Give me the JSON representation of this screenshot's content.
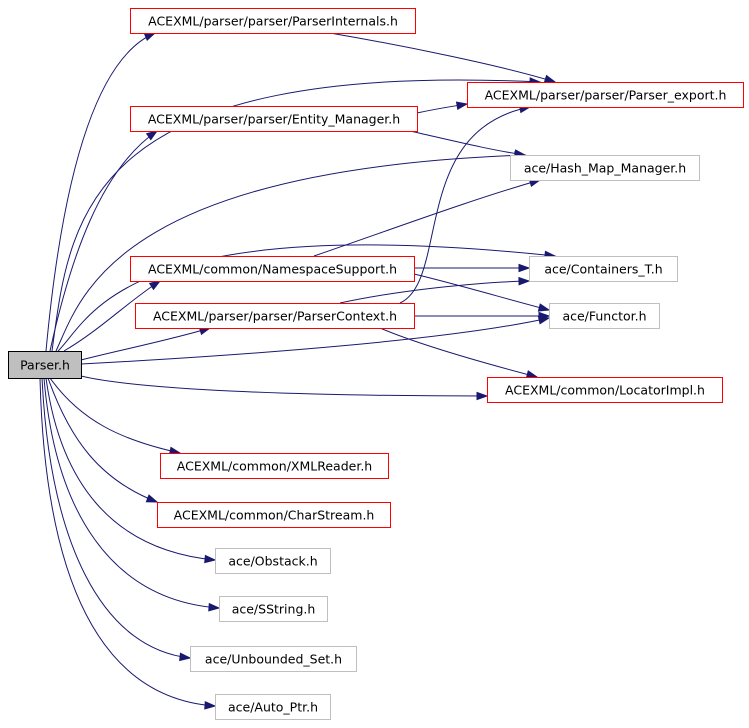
{
  "colors": {
    "edge": "#191970",
    "linked_border": "#ff0000",
    "plain_border": "#bfbfbf",
    "root_fill": "#bfbfbf"
  },
  "nodes": [
    {
      "id": "parser_h",
      "label": "Parser.h",
      "kind": "root"
    },
    {
      "id": "parser_internals",
      "label": "ACEXML/parser/parser/ParserInternals.h",
      "kind": "linked"
    },
    {
      "id": "parser_export",
      "label": "ACEXML/parser/parser/Parser_export.h",
      "kind": "linked"
    },
    {
      "id": "entity_manager",
      "label": "ACEXML/parser/parser/Entity_Manager.h",
      "kind": "linked"
    },
    {
      "id": "hash_map_manager",
      "label": "ace/Hash_Map_Manager.h",
      "kind": "plain"
    },
    {
      "id": "namespace_support",
      "label": "ACEXML/common/NamespaceSupport.h",
      "kind": "linked"
    },
    {
      "id": "containers_t",
      "label": "ace/Containers_T.h",
      "kind": "plain"
    },
    {
      "id": "parser_context",
      "label": "ACEXML/parser/parser/ParserContext.h",
      "kind": "linked"
    },
    {
      "id": "functor",
      "label": "ace/Functor.h",
      "kind": "plain"
    },
    {
      "id": "locator_impl",
      "label": "ACEXML/common/LocatorImpl.h",
      "kind": "linked"
    },
    {
      "id": "xml_reader",
      "label": "ACEXML/common/XMLReader.h",
      "kind": "linked"
    },
    {
      "id": "char_stream",
      "label": "ACEXML/common/CharStream.h",
      "kind": "linked"
    },
    {
      "id": "obstack",
      "label": "ace/Obstack.h",
      "kind": "plain"
    },
    {
      "id": "sstring",
      "label": "ace/SString.h",
      "kind": "plain"
    },
    {
      "id": "unbounded_set",
      "label": "ace/Unbounded_Set.h",
      "kind": "plain"
    },
    {
      "id": "auto_ptr",
      "label": "ace/Auto_Ptr.h",
      "kind": "plain"
    }
  ],
  "edges": [
    {
      "from": "parser_h",
      "to": "parser_internals"
    },
    {
      "from": "parser_h",
      "to": "parser_export"
    },
    {
      "from": "parser_h",
      "to": "entity_manager"
    },
    {
      "from": "parser_h",
      "to": "hash_map_manager"
    },
    {
      "from": "parser_h",
      "to": "containers_t"
    },
    {
      "from": "parser_h",
      "to": "namespace_support"
    },
    {
      "from": "parser_h",
      "to": "parser_context"
    },
    {
      "from": "parser_h",
      "to": "functor"
    },
    {
      "from": "parser_h",
      "to": "locator_impl"
    },
    {
      "from": "parser_h",
      "to": "xml_reader"
    },
    {
      "from": "parser_h",
      "to": "char_stream"
    },
    {
      "from": "parser_h",
      "to": "obstack"
    },
    {
      "from": "parser_h",
      "to": "sstring"
    },
    {
      "from": "parser_h",
      "to": "unbounded_set"
    },
    {
      "from": "parser_h",
      "to": "auto_ptr"
    },
    {
      "from": "parser_internals",
      "to": "parser_export"
    },
    {
      "from": "entity_manager",
      "to": "parser_export"
    },
    {
      "from": "entity_manager",
      "to": "hash_map_manager"
    },
    {
      "from": "namespace_support",
      "to": "hash_map_manager"
    },
    {
      "from": "namespace_support",
      "to": "containers_t"
    },
    {
      "from": "namespace_support",
      "to": "functor"
    },
    {
      "from": "parser_context",
      "to": "parser_export"
    },
    {
      "from": "parser_context",
      "to": "containers_t"
    },
    {
      "from": "parser_context",
      "to": "functor"
    },
    {
      "from": "parser_context",
      "to": "locator_impl"
    }
  ]
}
